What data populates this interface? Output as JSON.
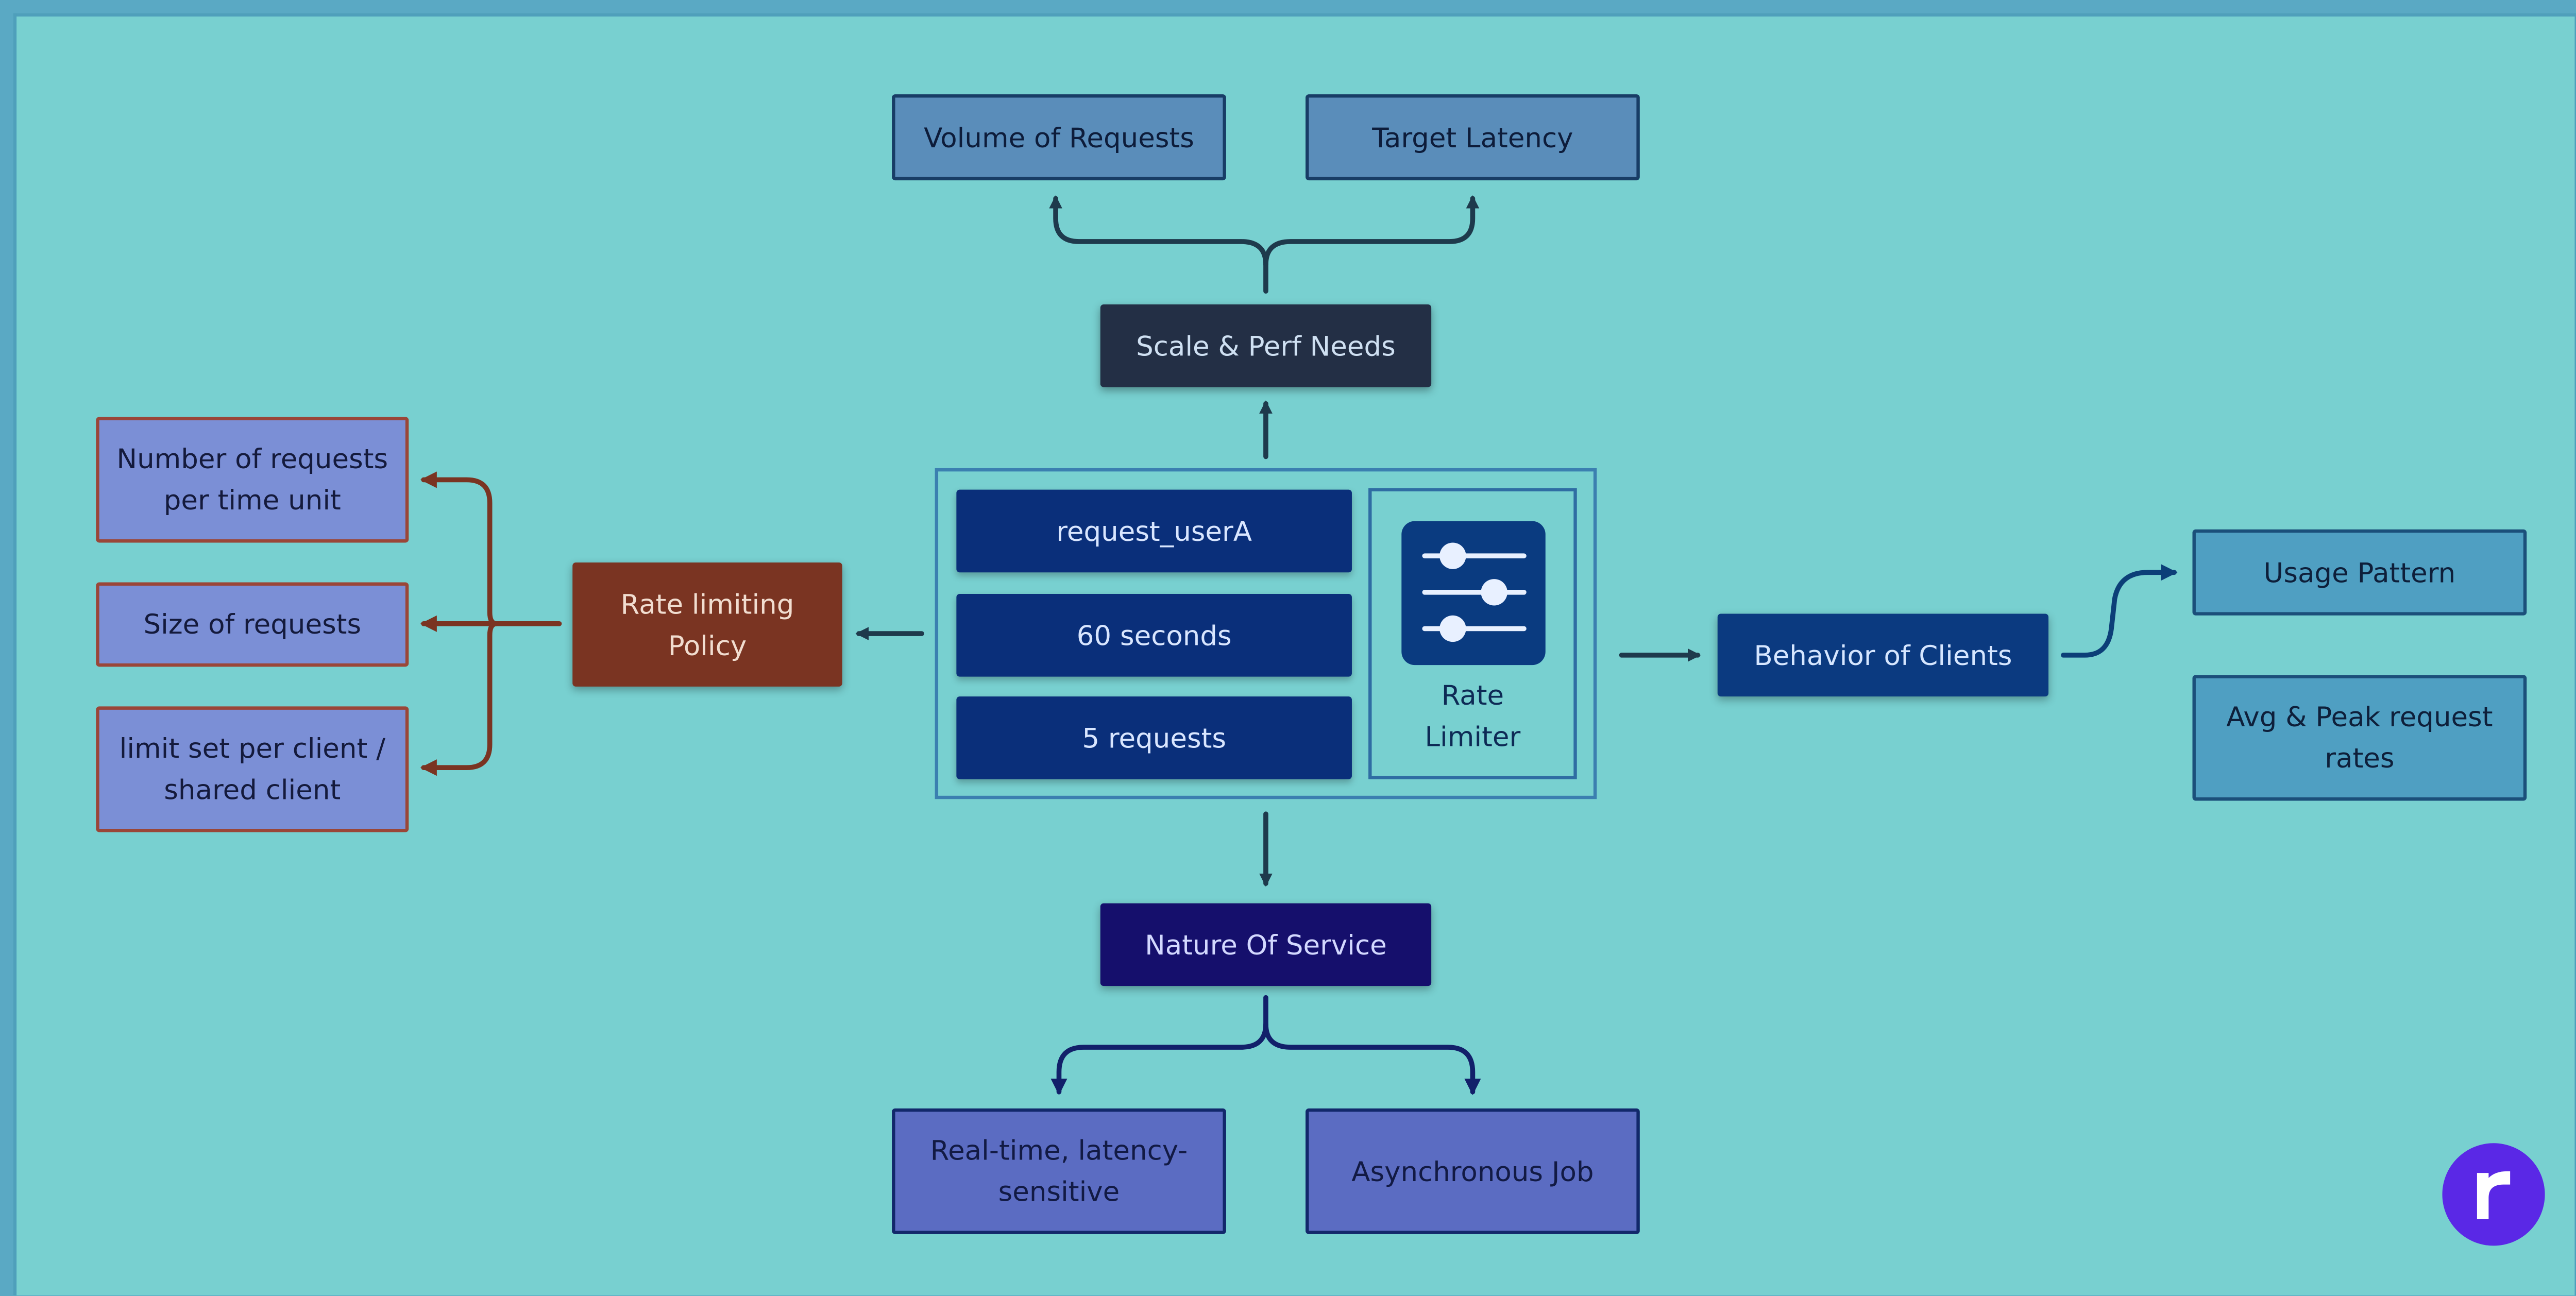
{
  "colors": {
    "background": "#78d0d0",
    "rate_limiter_blue": "#0a2f7a",
    "policy_brown": "#7a3422",
    "logo_purple": "#5a28e6"
  },
  "center": {
    "rows": [
      "request_userA",
      "60 seconds",
      "5 requests"
    ],
    "limiter_label_line1": "Rate",
    "limiter_label_line2": "Limiter",
    "limiter_icon": "sliders-icon"
  },
  "top": {
    "hub": "Scale & Perf Needs",
    "left": "Volume of Requests",
    "right": "Target Latency"
  },
  "bottom": {
    "hub": "Nature Of Service",
    "left_line1": "Real-time, latency-",
    "left_line2": "sensitive",
    "right": "Asynchronous Job"
  },
  "left": {
    "hub_line1": "Rate limiting",
    "hub_line2": "Policy",
    "items": [
      {
        "line1": "Number of requests",
        "line2": "per time unit"
      },
      {
        "line1": "Size of requests",
        "line2": ""
      },
      {
        "line1": "limit set per client /",
        "line2": "shared client"
      }
    ]
  },
  "right": {
    "hub": "Behavior of Clients",
    "item1": "Usage Pattern",
    "item2_line1": "Avg & Peak request",
    "item2_line2": "rates"
  },
  "logo": {
    "letter": "r",
    "icon": "brand-logo-icon"
  }
}
